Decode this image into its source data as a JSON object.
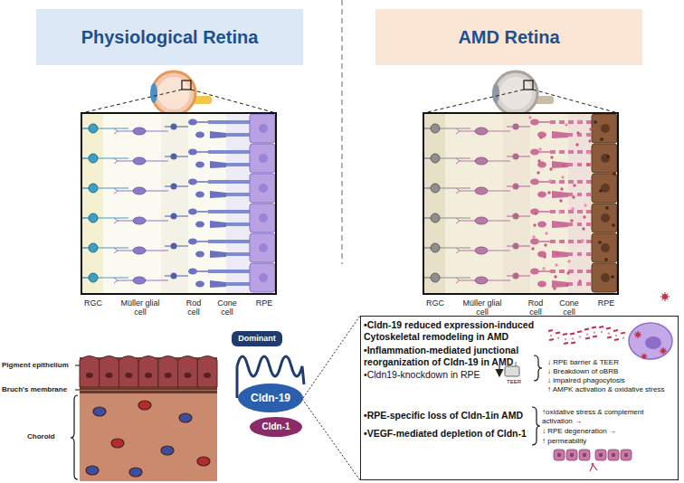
{
  "diagram": {
    "nodes": [
      {
        "text": [
          "Physiological Retina"
        ]
      },
      {
        "text": [
          "AMD Retina"
        ]
      },
      {
        "text": [
          "Dominant"
        ]
      },
      {
        "text": [
          "Cldn-19"
        ]
      },
      {
        "text": [
          "Cldn-1"
        ]
      },
      {
        "text": [
          "•Cldn-19 reduced expression-induced Cytoskeletal remodeling in AMD",
          "•Inflammation-mediated junctional reorganization of Cldn-19 in AMD",
          "•Cldn19-knockdown in RPE",
          "TEER",
          "↓ RPE barrier & TEER",
          "↓ Breakdown of oBRB",
          "↓ impaired phagocytosis",
          "↑ AMPK activation & oxidative stress",
          "•RPE-specific loss of Cldn-1in AMD",
          "•VEGF-mediated depletion of Cldn-1",
          "↑oxidative stress & complement activation →",
          "↓ RPE degeneration →",
          "↑ permeability"
        ]
      }
    ],
    "edges": [
      {
        "from": 3,
        "to": 5,
        "arrow": "none"
      }
    ],
    "labels": [
      "RGC",
      "Müller glial cell",
      "Rod cell",
      "Cone cell",
      "RPE",
      "RGC",
      "Müller glial cell",
      "Rod cell",
      "Cone cell",
      "RPE",
      "Pigment epithelium",
      "Bruch's membrane",
      "Choroid"
    ]
  }
}
